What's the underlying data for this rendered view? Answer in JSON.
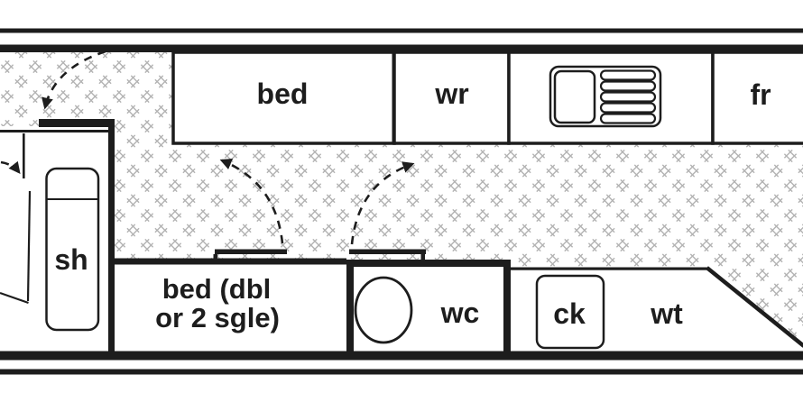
{
  "diagram": {
    "kind": "boat-cabin-floor-plan",
    "colors": {
      "line": "#1d1d1d",
      "hatch": "#b3b3b3",
      "background": "#ffffff"
    },
    "rooms": {
      "bed": {
        "label": "bed"
      },
      "wr": {
        "label": "wr"
      },
      "fr": {
        "label": "fr"
      },
      "sh": {
        "label": "sh"
      },
      "bed_dbl": {
        "line1": "bed (dbl",
        "line2": "or 2 sgle)"
      },
      "wc": {
        "label": "wc"
      },
      "ck": {
        "label": "ck"
      },
      "wt": {
        "label": "wt"
      }
    },
    "icons": [
      "sink-drainer-icon",
      "toilet-icon",
      "shower-tray-icon",
      "cooker-icon",
      "sliding-door-bar",
      "door-swing-arrow"
    ]
  }
}
